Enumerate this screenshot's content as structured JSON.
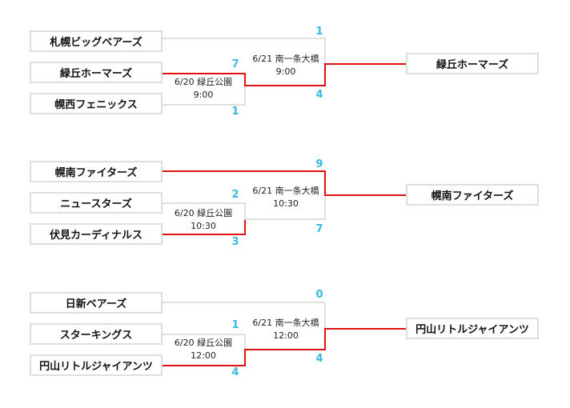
{
  "brackets": [
    {
      "teams": [
        "札幌ビッグベアーズ",
        "緑丘ホーマーズ",
        "幌西フェニックス"
      ],
      "semifinal": {
        "date": "6/20 緑丘公園",
        "time": "9:00",
        "score_top": "7",
        "score_bottom": "1",
        "winner": "top"
      },
      "final": {
        "date": "6/21 南一条大橋",
        "time": "9:00",
        "score_top": "1",
        "score_bottom": "4",
        "winner": "bottom"
      },
      "champion": "緑丘ホーマーズ"
    },
    {
      "teams": [
        "幌南ファイターズ",
        "ニュースターズ",
        "伏見カーディナルス"
      ],
      "semifinal": {
        "date": "6/20 緑丘公園",
        "time": "10:30",
        "score_top": "2",
        "score_bottom": "3",
        "winner": "bottom"
      },
      "final": {
        "date": "6/21 南一条大橋",
        "time": "10:30",
        "score_top": "9",
        "score_bottom": "7",
        "winner": "top"
      },
      "champion": "幌南ファイターズ"
    },
    {
      "teams": [
        "日新ベアーズ",
        "スターキングス",
        "円山リトルジャイアンツ"
      ],
      "semifinal": {
        "date": "6/20 緑丘公園",
        "time": "12:00",
        "score_top": "1",
        "score_bottom": "4",
        "winner": "bottom"
      },
      "final": {
        "date": "6/21 南一条大橋",
        "time": "12:00",
        "score_top": "0",
        "score_bottom": "4",
        "winner": "bottom"
      },
      "champion": "円山リトルジャイアンツ"
    }
  ],
  "colors": {
    "winner_line": "#e01010",
    "loser_line": "#e0e0e0",
    "score": "#37b9e6",
    "box_border": "#dedede"
  }
}
